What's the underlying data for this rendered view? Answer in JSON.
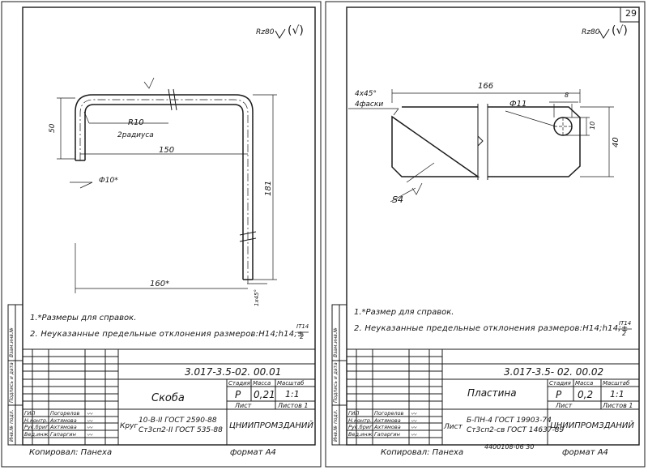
{
  "page_number": "29",
  "left": {
    "roughness": "Rz80",
    "dims": {
      "r": "R10",
      "r_note": "2радиуса",
      "d50": "50",
      "d150": "150",
      "dia": "Ф10*",
      "d181": "181",
      "d160": "160*",
      "chamfer": "1х45°"
    },
    "notes": [
      "1.*Размеры для справок.",
      "2. Неуказанные предельные отклонения размеров:H14;h14;±"
    ],
    "tol_fraction": {
      "num": "IT14",
      "den": "2"
    },
    "stamp": {
      "code": "3.017-3.5-02. 00.01",
      "name": "Скоба",
      "hdr": [
        "Стадия",
        "Масса",
        "Масштаб"
      ],
      "stage": "Р",
      "mass": "0,21",
      "scale": "1:1",
      "sheet": "Лист",
      "sheets": "Листов 1",
      "material_lbl": "Круг",
      "material1": "10-В-II ГОСТ 2590-88",
      "material2": "Ст3сп2-II ГОСТ 535-88",
      "org": "ЦНИИПРОМЗДАНИЙ",
      "people": [
        {
          "role": "ГИП",
          "name": "Погорелов"
        },
        {
          "role": "Н.контр.",
          "name": "Ахтямова"
        },
        {
          "role": "Рук.бриг.",
          "name": "Ахтямова"
        },
        {
          "role": "Вед.инж.",
          "name": "Гапаргин"
        }
      ]
    },
    "side_labels": [
      "Инв.№ подл.",
      "Подпись и дата",
      "Взам.инв.№"
    ],
    "copied": "Копировал: Панеха",
    "format": "формат А4"
  },
  "right": {
    "roughness": "Rz80",
    "dims": {
      "chamfer": "4х45°",
      "chamfer_note": "4фаски",
      "d166": "166",
      "hole": "Ф11",
      "d8": "8",
      "d10": "10",
      "d40": "40",
      "thick": "S4"
    },
    "notes": [
      "1.*Размер для справок.",
      "2. Неуказанные предельные отклонения размеров:H14;h14;±"
    ],
    "tol_fraction": {
      "num": "IT14",
      "den": "2"
    },
    "stamp": {
      "code": "3.017-3.5- 02. 00.02",
      "name": "Пластина",
      "hdr": [
        "Стадия",
        "Масса",
        "Масштаб"
      ],
      "stage": "Р",
      "mass": "0,2",
      "scale": "1:1",
      "sheet": "Лист",
      "sheets": "Листов 1",
      "material_lbl": "Лист",
      "material1": "Б-ПН-4 ГОСТ 19903-74",
      "material2": "Ст3сп2-св ГОСТ 14637-89",
      "org": "ЦНИИПРОМЗДАНИЙ",
      "people": [
        {
          "role": "ГИП",
          "name": "Погорелов"
        },
        {
          "role": "Н.контр.",
          "name": "Ахтямова"
        },
        {
          "role": "Рук.бриг.",
          "name": "Ахтямова"
        },
        {
          "role": "Вед.инж.",
          "name": "Гапаргин"
        }
      ]
    },
    "side_labels": [
      "Инв.№ подл.",
      "Подпись и дата",
      "Взам.инв.№"
    ],
    "copied": "Копировал: Панеха",
    "doc_no": "4400108-06 30",
    "format": "формат А4"
  }
}
